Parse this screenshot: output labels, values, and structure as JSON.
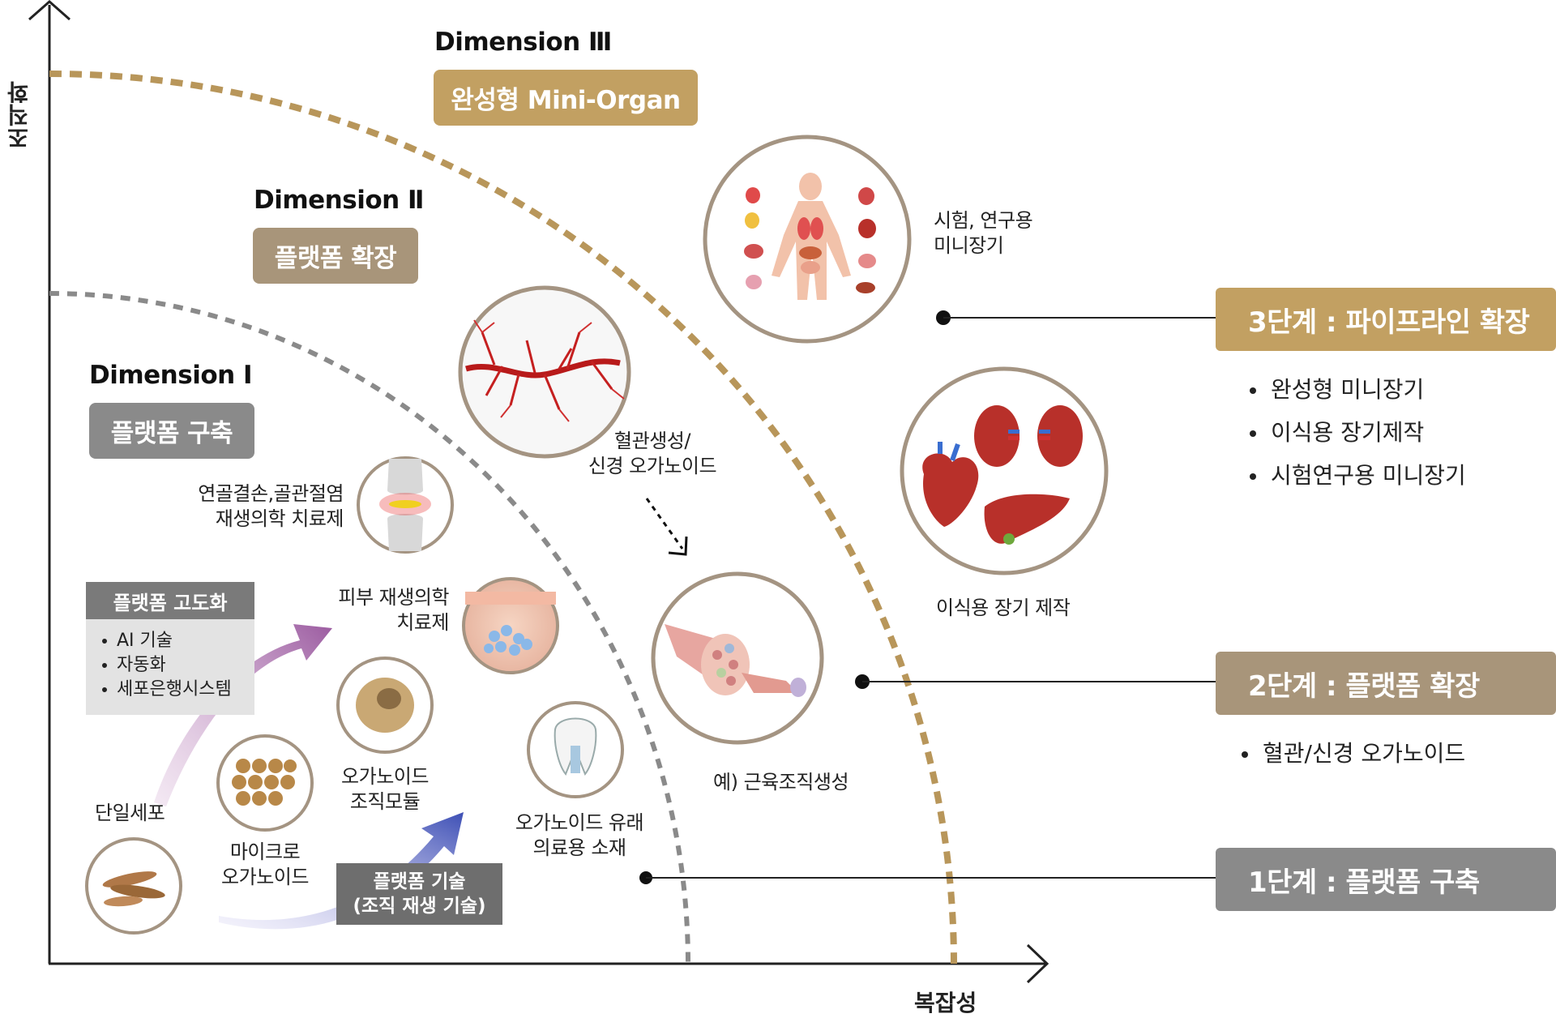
{
  "axes": {
    "y_label": "조직화",
    "x_label": "복잡성"
  },
  "dimensions": [
    {
      "title": "Dimension Ⅰ",
      "pill": "플랫폼 구축",
      "color": "#8a8a8a"
    },
    {
      "title": "Dimension Ⅱ",
      "pill": "플랫폼 확장",
      "color": "#a8957a"
    },
    {
      "title": "Dimension Ⅲ",
      "pill": "완성형 Mini-Organ",
      "color": "#c2a062"
    }
  ],
  "stages": [
    {
      "label": "3단계 : 파이프라인 확장",
      "color": "#c2a062",
      "bullets": [
        "완성형 미니장기",
        "이식용 장기제작",
        "시험연구용 미니장기"
      ]
    },
    {
      "label": "2단계 : 플랫폼 확장",
      "color": "#a8957a",
      "bullets": [
        "혈관/신경 오가노이드"
      ]
    },
    {
      "label": "1단계 : 플랫폼 구축",
      "color": "#8a8a8a",
      "bullets": []
    }
  ],
  "platform_upgrade": {
    "title": "플랫폼 고도화",
    "items": [
      "AI 기술",
      "자동화",
      "세포은행시스템"
    ]
  },
  "platform_tech": {
    "line1": "플랫폼 기술",
    "line2": "(조직 재생 기술)"
  },
  "labels": {
    "single_cell": "단일세포",
    "micro_organoid_1": "마이크로",
    "micro_organoid_2": "오가노이드",
    "organoid_module_1": "오가노이드",
    "organoid_module_2": "조직모듈",
    "cartilage_1": "연골결손,골관절염",
    "cartilage_2": "재생의학 치료제",
    "skin_1": "피부 재생의학",
    "skin_2": "치료제",
    "medical_material_1": "오가노이드 유래",
    "medical_material_2": "의료용 소재",
    "vessel_1": "혈관생성/",
    "vessel_2": "신경 오가노이드",
    "muscle": "예) 근육조직생성",
    "transplant": "이식용 장기 제작",
    "research_1": "시험, 연구용",
    "research_2": "미니장기"
  },
  "colors": {
    "dim1_arc": "#8a8a8a",
    "dim3_arc": "#b8965a",
    "circle_stroke": "#a49482",
    "arrow_purple": "#9b6fa8",
    "arrow_blue": "#4a5bb0"
  },
  "icons": [
    "human-organs-icon",
    "blood-vessel-icon",
    "kidney-heart-liver-icon",
    "muscle-fiber-icon",
    "knee-joint-icon",
    "skin-layer-icon",
    "cell-sphere-icon",
    "tooth-implant-icon",
    "organoid-cluster-icon",
    "spindle-cells-icon"
  ]
}
